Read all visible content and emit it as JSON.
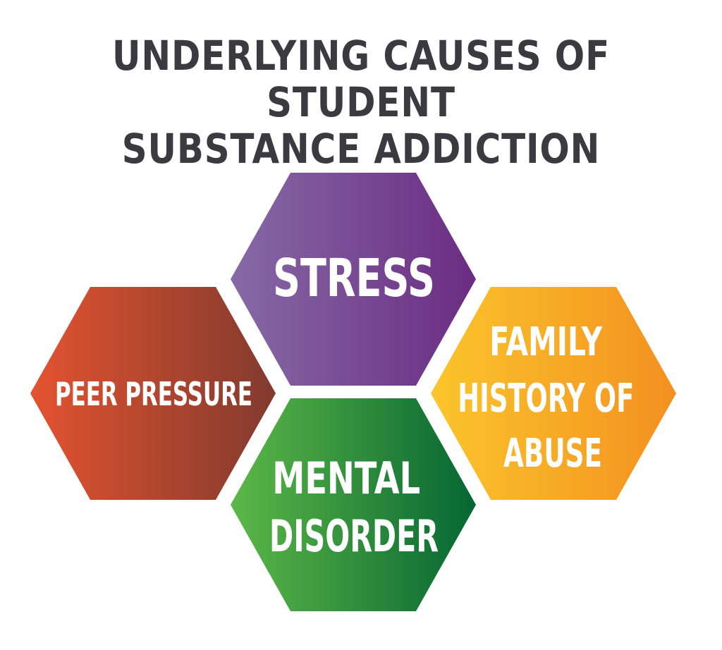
{
  "title": {
    "line1": "UNDERLYING CAUSES OF STUDENT",
    "line2": "SUBSTANCE ADDICTION"
  },
  "hexagons": [
    {
      "id": "stress",
      "lines": [
        "STRESS"
      ],
      "color_start": "#876aa6",
      "color_end": "#6b2c82"
    },
    {
      "id": "peer-pressure",
      "lines": [
        "PEER PRESSURE"
      ],
      "color_start": "#e4532f",
      "color_end": "#813a2f"
    },
    {
      "id": "family-history",
      "lines": [
        "FAMILY",
        "HISTORY OF",
        "ABUSE"
      ],
      "color_start": "#fbc52c",
      "color_end": "#f39020"
    },
    {
      "id": "mental-disorder",
      "lines": [
        "MENTAL",
        "DISORDER"
      ],
      "color_start": "#5cb847",
      "color_end": "#066633"
    }
  ]
}
